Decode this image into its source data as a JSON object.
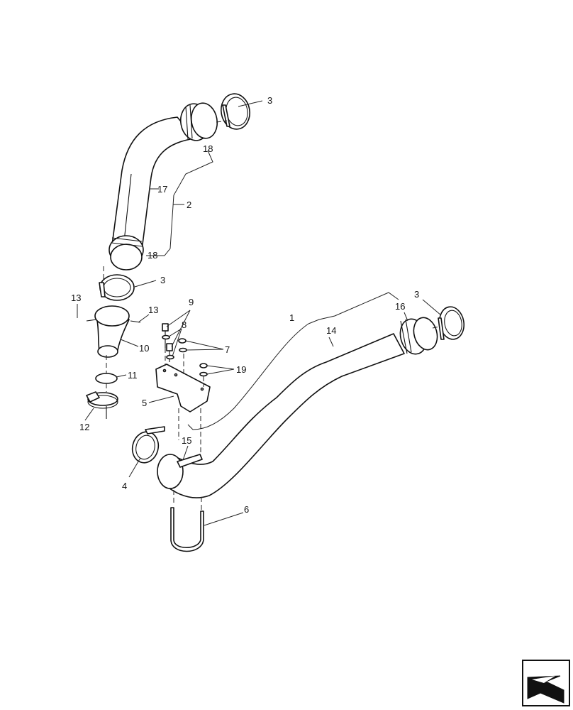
{
  "callouts": [
    {
      "id": "c-3-top",
      "text": "3"
    },
    {
      "id": "c-18-top",
      "text": "18"
    },
    {
      "id": "c-17",
      "text": "17"
    },
    {
      "id": "c-2",
      "text": "2"
    },
    {
      "id": "c-18-bottom",
      "text": "18"
    },
    {
      "id": "c-3-mid",
      "text": "3"
    },
    {
      "id": "c-13-left",
      "text": "13"
    },
    {
      "id": "c-13-right",
      "text": "13"
    },
    {
      "id": "c-10",
      "text": "10"
    },
    {
      "id": "c-11",
      "text": "11"
    },
    {
      "id": "c-12",
      "text": "12"
    },
    {
      "id": "c-9",
      "text": "9"
    },
    {
      "id": "c-8",
      "text": "8"
    },
    {
      "id": "c-7",
      "text": "7"
    },
    {
      "id": "c-19",
      "text": "19"
    },
    {
      "id": "c-5",
      "text": "5"
    },
    {
      "id": "c-1",
      "text": "1"
    },
    {
      "id": "c-14",
      "text": "14"
    },
    {
      "id": "c-16",
      "text": "16"
    },
    {
      "id": "c-3-right",
      "text": "3"
    },
    {
      "id": "c-15",
      "text": "15"
    },
    {
      "id": "c-4",
      "text": "4"
    },
    {
      "id": "c-6",
      "text": "6"
    }
  ],
  "nav_icon": "arrow-icon"
}
